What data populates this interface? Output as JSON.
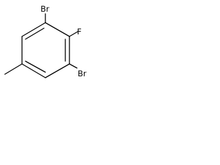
{
  "molecule": {
    "atoms": {
      "bromine_top": "Br",
      "fluorine": "F",
      "bromine_bottom": "Br"
    },
    "colors": {
      "bond": "#000000",
      "label": "#000000",
      "background": "#ffffff"
    }
  }
}
